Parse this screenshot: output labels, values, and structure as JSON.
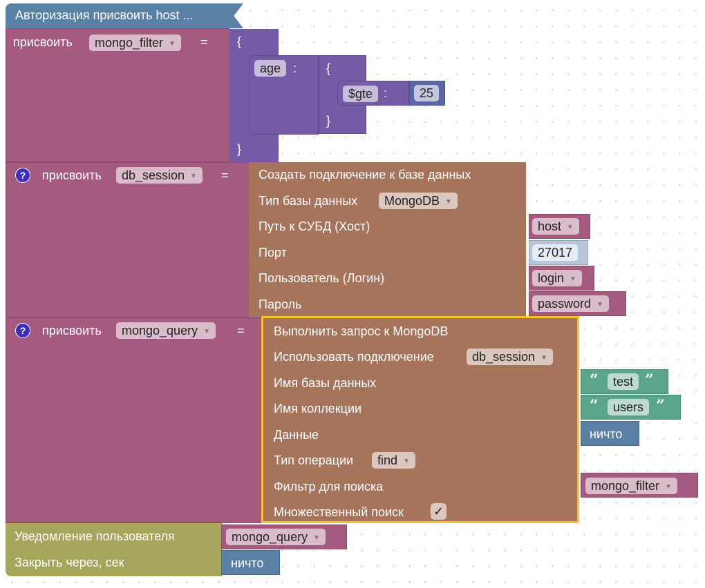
{
  "header": {
    "title": "Авторизация присвоить host ..."
  },
  "assign_label": "присвоить",
  "equals": "=",
  "help": "?",
  "block1": {
    "variable": "mongo_filter",
    "open": "{",
    "close": "}",
    "key": "age",
    "colon": ":",
    "inner_open": "{",
    "inner_close": "}",
    "inner_key": "$gte",
    "value": "25"
  },
  "block2": {
    "variable": "db_session",
    "title": "Создать подключение к базе данных",
    "db_type_label": "Тип базы данных",
    "db_type": "MongoDB",
    "host_label": "Путь к СУБД (Хост)",
    "host": "host",
    "port_label": "Порт",
    "port": "27017",
    "user_label": "Пользователь (Логин)",
    "user": "login",
    "password_label": "Пароль",
    "password": "password"
  },
  "block3": {
    "variable": "mongo_query",
    "title": "Выполнить запрос к MongoDB",
    "connection_label": "Использовать подключение",
    "connection": "db_session",
    "dbname_label": "Имя базы данных",
    "dbname": "test",
    "collection_label": "Имя коллекции",
    "collection": "users",
    "data_label": "Данные",
    "data": "ничто",
    "op_label": "Тип операции",
    "op": "find",
    "filter_label": "Фильтр для поиска",
    "filter": "mongo_filter",
    "multi_label": "Множественный поиск",
    "multi_check": "✓"
  },
  "notify": {
    "label": "Уведомление пользователя",
    "value": "mongo_query",
    "close_label": "Закрыть через, сек",
    "close_value": "ничто"
  },
  "quote_open": "“",
  "quote_close": "”",
  "colors": {
    "header": "#5b80a5",
    "variable": "#a55b80",
    "dict": "#745ba5",
    "db": "#a5745b",
    "text": "#5ba58c",
    "number": "#5b67a5",
    "notify": "#a5a55b",
    "selected": "#fbc02d"
  }
}
